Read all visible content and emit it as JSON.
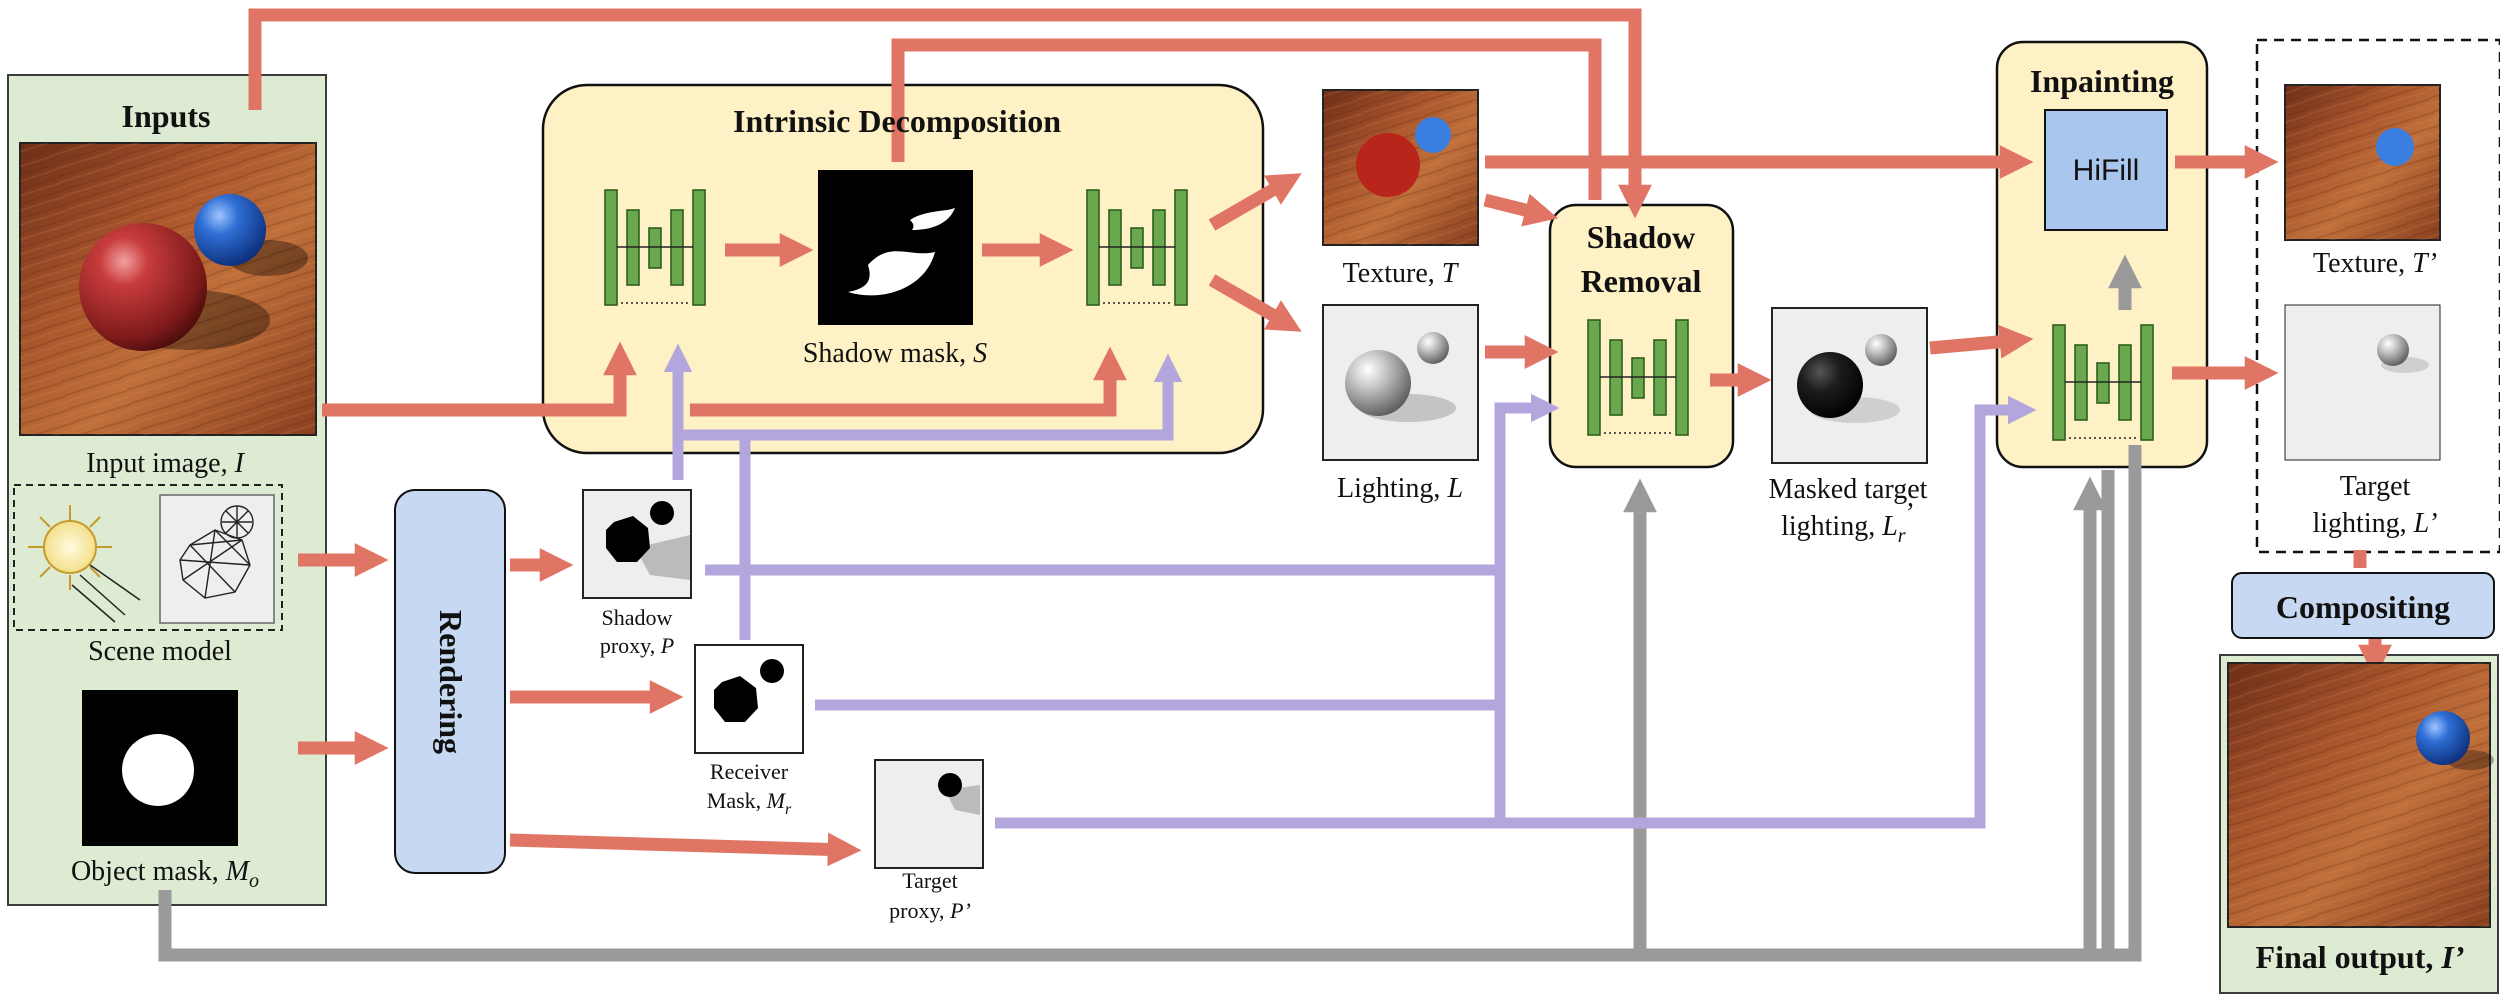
{
  "inputs": {
    "title": "Inputs",
    "input_image_label": "Input image, ",
    "input_image_symbol": "I",
    "scene_model_label": "Scene model",
    "object_mask_label": "Object mask, ",
    "object_mask_symbol": "M",
    "object_mask_sub": "o"
  },
  "rendering": {
    "label": "Rendering"
  },
  "intrinsic": {
    "title": "Intrinsic Decomposition",
    "shadow_mask_label": "Shadow mask, ",
    "shadow_mask_symbol": "S"
  },
  "proxies": {
    "shadow_proxy_line1": "Shadow",
    "shadow_proxy_line2": "proxy, ",
    "shadow_proxy_symbol": "P",
    "receiver_mask_line1": "Receiver",
    "receiver_mask_line2": "Mask, ",
    "receiver_mask_symbol": "M",
    "receiver_mask_sub": "r",
    "target_proxy_line1": "Target",
    "target_proxy_line2": "proxy, ",
    "target_proxy_symbol": "P’"
  },
  "decomposition_outputs": {
    "texture_label": "Texture, ",
    "texture_symbol": "T",
    "lighting_label": "Lighting, ",
    "lighting_symbol": "L"
  },
  "shadow_removal": {
    "title_line1": "Shadow",
    "title_line2": "Removal"
  },
  "masked_target": {
    "line1": "Masked target",
    "line2": "lighting, ",
    "symbol": "L",
    "sub": "r",
    "prime": "’"
  },
  "inpainting": {
    "title": "Inpainting",
    "hifill_label": "HiFill"
  },
  "outputs": {
    "texture_label": "Texture, ",
    "texture_symbol": "T’",
    "target_lighting_line1": "Target",
    "target_lighting_line2": "lighting, ",
    "target_lighting_symbol": "L’"
  },
  "compositing": {
    "label": "Compositing"
  },
  "final": {
    "label": "Final output, ",
    "symbol": "I’"
  },
  "colors": {
    "red_arrow": "#e07565",
    "purple_arrow": "#b3a6dc",
    "gray_arrow": "#9a9a9a",
    "inputs_panel": "#dcebd2",
    "intrinsic_panel": "#fff1c6",
    "rendering_box": "#c6d8f2",
    "hifill_box": "#a9c6ee",
    "unet_green": "#6aa84f",
    "wood": "#a8552c"
  }
}
